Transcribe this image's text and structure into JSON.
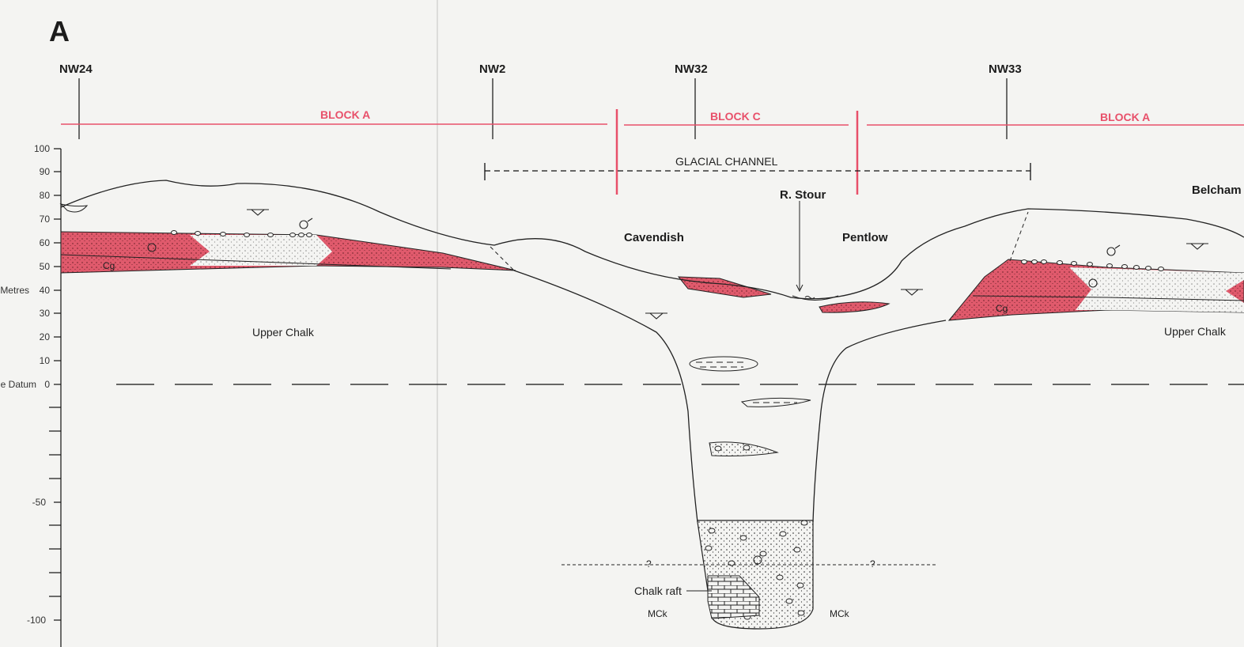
{
  "figure_label": "A",
  "boreholes": [
    "NW24",
    "NW2",
    "NW32",
    "NW33"
  ],
  "blocks": [
    "BLOCK A",
    "BLOCK C",
    "BLOCK A"
  ],
  "channel_label": "GLACIAL CHANNEL",
  "places": {
    "cavendish": "Cavendish",
    "pentlow": "Pentlow",
    "belchamp": "Belcham",
    "river": "R. Stour"
  },
  "units": {
    "upper_chalk_left": "Upper Chalk",
    "upper_chalk_right": "Upper Chalk",
    "cg_left": "Cg",
    "cg_right": "Cg",
    "chalk_raft": "Chalk raft",
    "mck_left": "MCk",
    "mck_right": "MCk",
    "query_left": "?",
    "query_right": "?"
  },
  "axis": {
    "title": "Metres",
    "datum": "e Datum",
    "ticks": [
      "100",
      "90",
      "80",
      "70",
      "60",
      "50",
      "40",
      "30",
      "20",
      "10",
      "0",
      "-50",
      "-100"
    ]
  },
  "colors": {
    "background": "#f4f4f2",
    "block_line": "#e8506a",
    "deposit_red": "#e05a6c",
    "ink": "#222222"
  }
}
